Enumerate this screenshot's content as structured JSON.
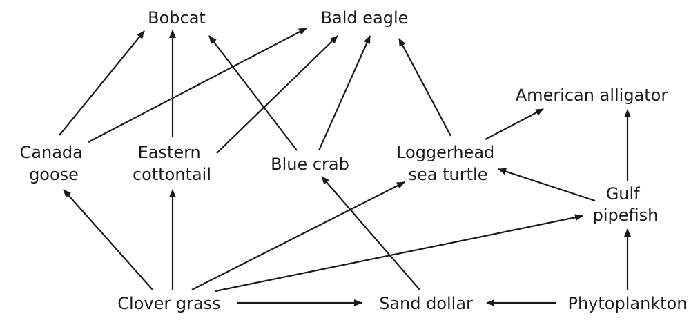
{
  "nodes": {
    "bobcat": {
      "lines": [
        "Bobcat"
      ]
    },
    "bald_eagle": {
      "lines": [
        "Bald eagle"
      ]
    },
    "american_alligator": {
      "lines": [
        "American alligator"
      ]
    },
    "canada_goose": {
      "lines": [
        "Canada",
        "goose"
      ]
    },
    "eastern_cottontail": {
      "lines": [
        "Eastern",
        "cottontail"
      ]
    },
    "blue_crab": {
      "lines": [
        "Blue crab"
      ]
    },
    "loggerhead_sea_turtle": {
      "lines": [
        "Loggerhead",
        "sea turtle"
      ]
    },
    "gulf_pipefish": {
      "lines": [
        "Gulf",
        "pipefish"
      ]
    },
    "clover_grass": {
      "lines": [
        "Clover grass"
      ]
    },
    "sand_dollar": {
      "lines": [
        "Sand dollar"
      ]
    },
    "phytoplankton": {
      "lines": [
        "Phytoplankton"
      ]
    }
  },
  "edges": [
    {
      "from": "canada_goose",
      "to": "bobcat"
    },
    {
      "from": "canada_goose",
      "to": "bald_eagle"
    },
    {
      "from": "eastern_cottontail",
      "to": "bobcat"
    },
    {
      "from": "eastern_cottontail",
      "to": "bald_eagle"
    },
    {
      "from": "blue_crab",
      "to": "bobcat"
    },
    {
      "from": "blue_crab",
      "to": "bald_eagle"
    },
    {
      "from": "loggerhead_sea_turtle",
      "to": "bald_eagle"
    },
    {
      "from": "loggerhead_sea_turtle",
      "to": "american_alligator"
    },
    {
      "from": "gulf_pipefish",
      "to": "american_alligator"
    },
    {
      "from": "gulf_pipefish",
      "to": "loggerhead_sea_turtle"
    },
    {
      "from": "clover_grass",
      "to": "canada_goose"
    },
    {
      "from": "clover_grass",
      "to": "eastern_cottontail"
    },
    {
      "from": "clover_grass",
      "to": "loggerhead_sea_turtle"
    },
    {
      "from": "clover_grass",
      "to": "gulf_pipefish"
    },
    {
      "from": "clover_grass",
      "to": "sand_dollar"
    },
    {
      "from": "sand_dollar",
      "to": "blue_crab"
    },
    {
      "from": "phytoplankton",
      "to": "sand_dollar"
    },
    {
      "from": "phytoplankton",
      "to": "gulf_pipefish"
    }
  ],
  "colors": {
    "line": "#1a1a1a",
    "text": "#1a1a1a",
    "background": "#ffffff"
  }
}
